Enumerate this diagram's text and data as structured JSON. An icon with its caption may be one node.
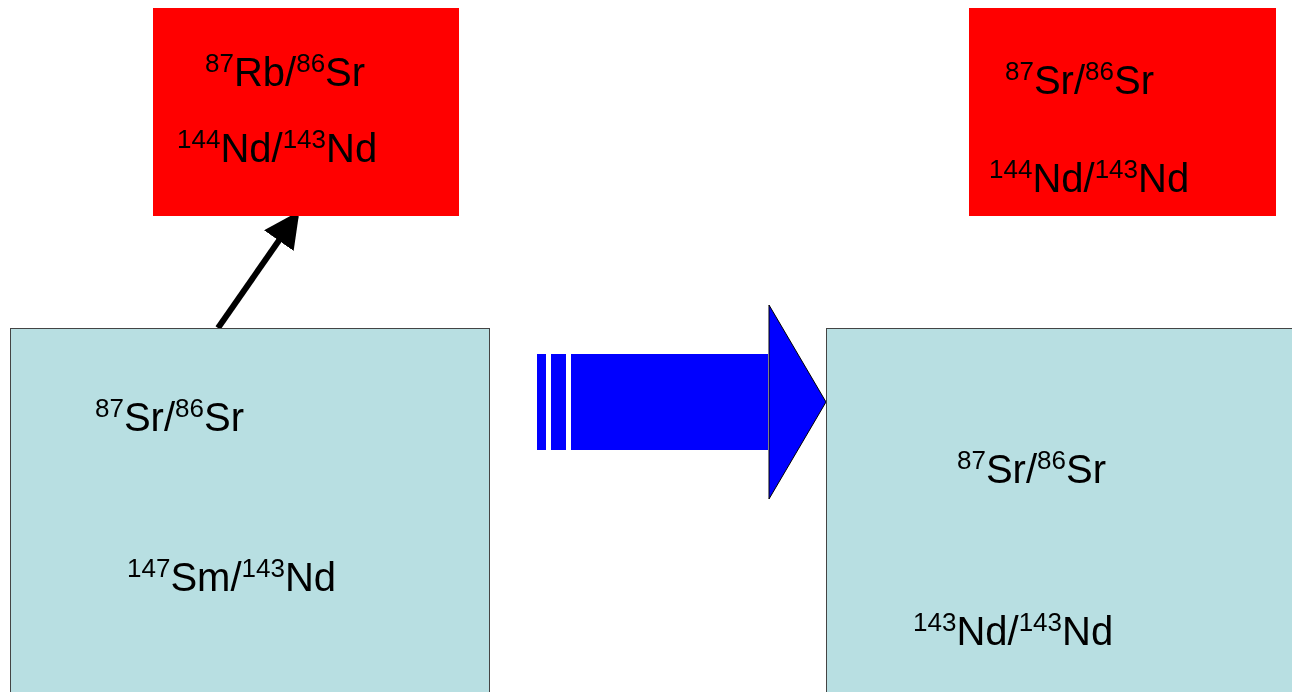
{
  "diagram": {
    "nodes": [
      {
        "text": [
          "$^{87}$Rb/$^{86}$Sr",
          "$^{144}$Nd/$^{143}$Nd"
        ]
      },
      {
        "text": [
          "$^{87}$Sr/$^{86}$Sr",
          "$^{147}$Sm/$^{143}$Nd"
        ]
      },
      {
        "text": [
          "$^{87}$Sr/$^{86}$Sr",
          "$^{144}$Nd/$^{143}$Nd"
        ]
      },
      {
        "text": [
          "$^{87}$Sr/$^{86}$Sr",
          "$^{143}$Nd/$^{143}$Nd"
        ]
      }
    ],
    "edges": [
      {
        "from": 1,
        "to": 0,
        "arrow": "to"
      },
      {
        "from": 1,
        "to": 3,
        "arrow": "to",
        "style": "thick",
        "color": "#0000ff"
      }
    ]
  }
}
